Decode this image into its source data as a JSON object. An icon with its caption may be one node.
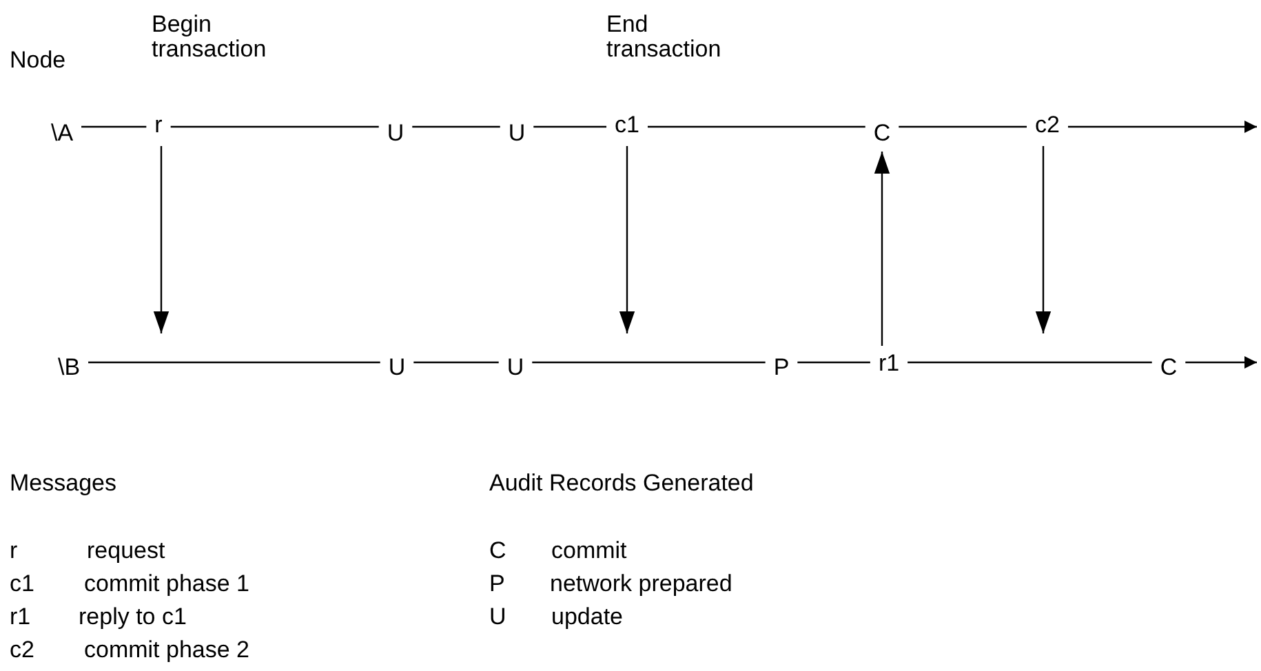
{
  "diagram": {
    "nodes": [
      {
        "text": [
          "\\A"
        ]
      },
      {
        "text": [
          "r"
        ]
      },
      {
        "text": [
          "U"
        ]
      },
      {
        "text": [
          "U"
        ]
      },
      {
        "text": [
          "c1"
        ]
      },
      {
        "text": [
          "C"
        ]
      },
      {
        "text": [
          "c2"
        ]
      },
      {
        "text": [
          "\\B"
        ]
      },
      {
        "text": [
          "U"
        ]
      },
      {
        "text": [
          "U"
        ]
      },
      {
        "text": [
          "P"
        ]
      },
      {
        "text": [
          "r1"
        ]
      },
      {
        "text": [
          "C"
        ]
      }
    ],
    "edges": [
      {
        "from": 0,
        "to": 1,
        "arrow": "none"
      },
      {
        "from": 1,
        "to": 2,
        "arrow": "none"
      },
      {
        "from": 2,
        "to": 3,
        "arrow": "none"
      },
      {
        "from": 3,
        "to": 4,
        "arrow": "none"
      },
      {
        "from": 4,
        "to": 5,
        "arrow": "none"
      },
      {
        "from": 5,
        "to": 6,
        "arrow": "none"
      },
      {
        "from": 6,
        "to": null,
        "arrow": "to"
      },
      {
        "from": 7,
        "to": 8,
        "arrow": "none"
      },
      {
        "from": 8,
        "to": 9,
        "arrow": "none"
      },
      {
        "from": 9,
        "to": 10,
        "arrow": "none"
      },
      {
        "from": 10,
        "to": 11,
        "arrow": "none"
      },
      {
        "from": 11,
        "to": 12,
        "arrow": "none"
      },
      {
        "from": 12,
        "to": null,
        "arrow": "to"
      },
      {
        "from": 1,
        "to": null,
        "arrow": "to"
      },
      {
        "from": 4,
        "to": null,
        "arrow": "to"
      },
      {
        "from": 11,
        "to": 5,
        "arrow": "to"
      },
      {
        "from": 6,
        "to": null,
        "arrow": "to"
      }
    ],
    "labels": [
      "Node",
      "Begin transaction",
      "End transaction",
      "Messages",
      "r",
      "request",
      "c1",
      "commit phase 1",
      "r1",
      "reply to c1",
      "c2",
      "commit phase 2",
      "Audit Records Generated",
      "C",
      "commit",
      "P",
      "network prepared",
      "U",
      "update"
    ]
  }
}
